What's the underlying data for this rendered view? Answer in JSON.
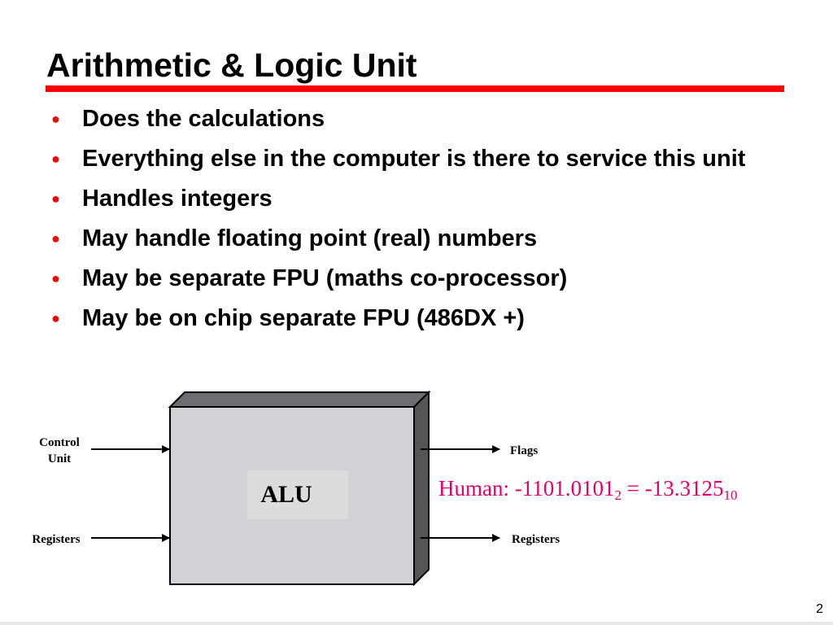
{
  "slide": {
    "title": "Arithmetic & Logic Unit",
    "page_number": "2"
  },
  "bullets": [
    "Does the calculations",
    "Everything else in the computer is there to service this unit",
    "Handles integers",
    "May handle floating point (real) numbers",
    "May be separate FPU (maths co-processor)",
    "May be on chip separate FPU (486DX +)"
  ],
  "diagram": {
    "box_label": "ALU",
    "inputs": [
      {
        "line1": "Control",
        "line2": "Unit"
      },
      {
        "line1": "Registers"
      }
    ],
    "outputs": [
      "Flags",
      "Registers"
    ]
  },
  "note": {
    "prefix": "Human: -1101.0101",
    "base1": "2",
    "middle": " = -13.3125",
    "base2": "10"
  },
  "colors": {
    "title_rule": "#ff0000",
    "bullet_dot": "#ff0000",
    "note_text": "#e6006e",
    "box_front": "#d2d2d6",
    "box_top": "#6e6e72",
    "box_side": "#555558"
  }
}
